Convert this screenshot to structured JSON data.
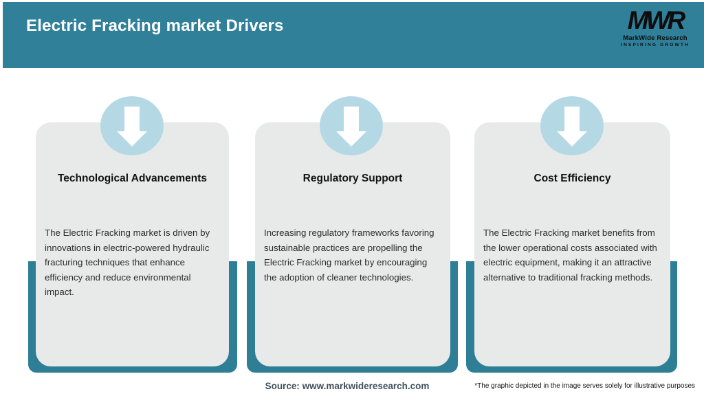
{
  "header": {
    "title": "Electric Fracking market Drivers"
  },
  "logo": {
    "mark": "MWR",
    "name": "MarkWide Research",
    "tagline": "INSPIRING GROWTH"
  },
  "cards": [
    {
      "icon": "down-arrow-icon",
      "title": "Technological Advancements",
      "body": "The Electric Fracking market is driven by innovations in electric-powered hydraulic fracturing techniques that enhance efficiency and reduce environmental impact."
    },
    {
      "icon": "down-arrow-icon",
      "title": "Regulatory Support",
      "body": "Increasing regulatory frameworks favoring sustainable practices are propelling the Electric Fracking market by encouraging the adoption of cleaner technologies."
    },
    {
      "icon": "down-arrow-icon",
      "title": "Cost Efficiency",
      "body": "The Electric Fracking market benefits from the lower operational costs associated with electric equipment, making it an attractive alternative to traditional fracking methods."
    }
  ],
  "footer": {
    "source": "Source: www.markwideresearch.com",
    "disclaimer": "*The graphic depicted in the image serves solely for illustrative purposes"
  },
  "colors": {
    "header_teal": "#30809A",
    "band_teal": "#2E7E95",
    "circle_blue": "#B5D8E5",
    "card_gray": "#E8EAEA",
    "title_white": "#FFFFFF",
    "source_slate": "#41505B"
  }
}
